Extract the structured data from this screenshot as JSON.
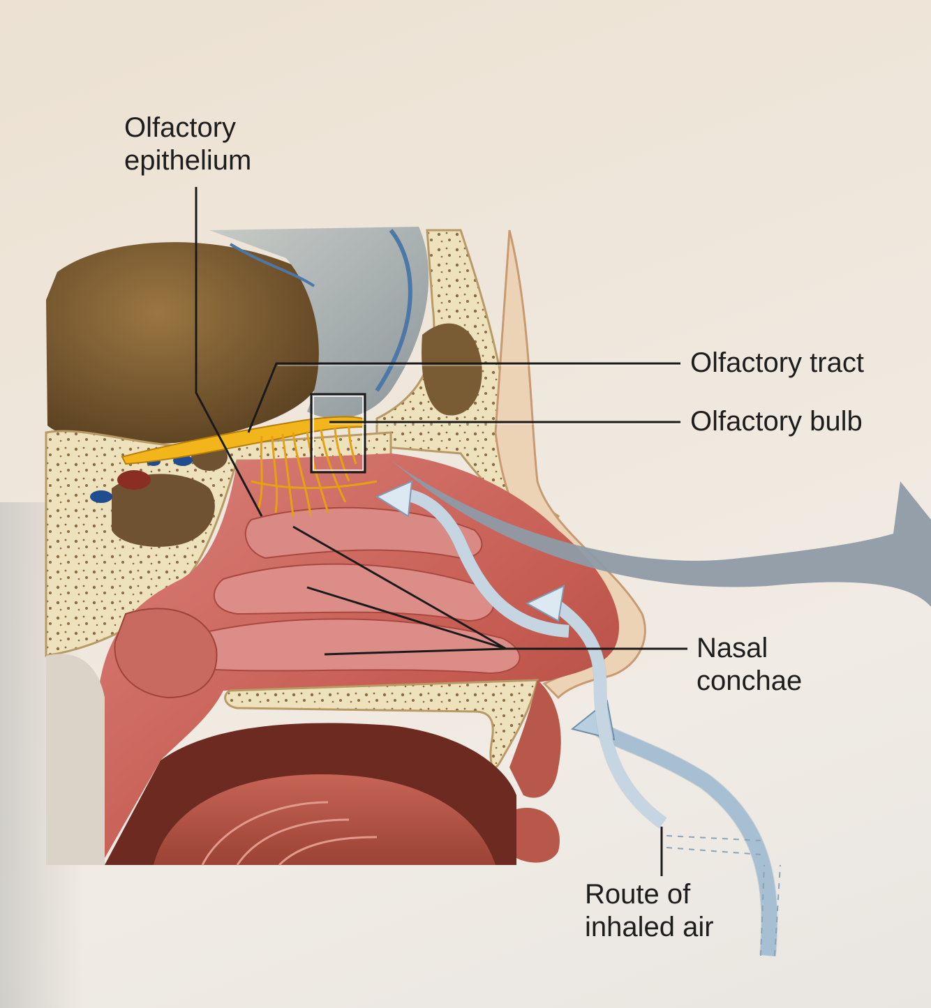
{
  "labels": {
    "olfactory_epithelium": [
      "Olfactory",
      "epithelium"
    ],
    "olfactory_tract": "Olfactory tract",
    "olfactory_bulb": "Olfactory bulb",
    "nasal_conchae": [
      "Nasal",
      "conchae"
    ],
    "route_of_inhaled_air": [
      "Route of",
      "inhaled air"
    ]
  },
  "colors": {
    "paper": "#efe8de",
    "bone": "#eee2bd",
    "brain": "#7a5c34",
    "mucosa": "#c9645b",
    "nerve": "#f2b51c",
    "airflow": "#b8cfe0",
    "large_arrow": "#8e9ba7",
    "leader_line": "#1a1a1a"
  }
}
